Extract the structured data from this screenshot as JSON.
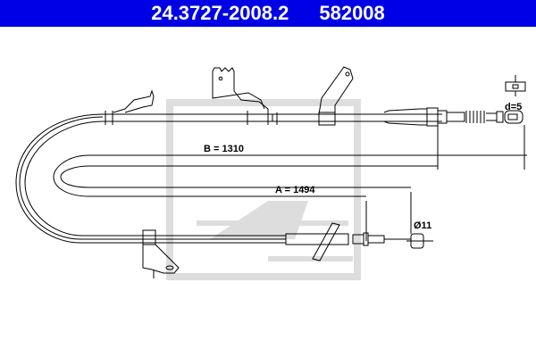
{
  "header": {
    "part_number": "24.3727-2008.2",
    "ref_number": "582008",
    "background": "#0000e6"
  },
  "diagram": {
    "subject": "parking-brake-cable",
    "watermark": "ate-logo",
    "dimensions": {
      "b_label": "B = 1310",
      "a_label": "A = 1494",
      "end_diameter_label": "Ø11",
      "eye_diameter_label": "d=5"
    }
  }
}
